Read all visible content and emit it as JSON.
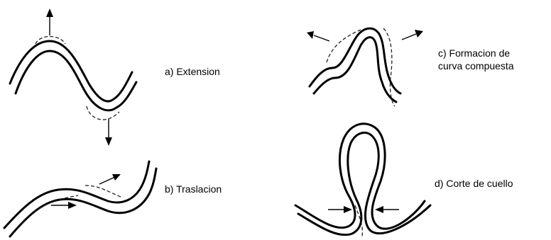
{
  "captions": {
    "a": "a) Extension",
    "b": "b) Traslacion",
    "c_line1": "c) Formacion de",
    "c_line2": "curva compuesta",
    "d": "d) Corte de cuello"
  }
}
